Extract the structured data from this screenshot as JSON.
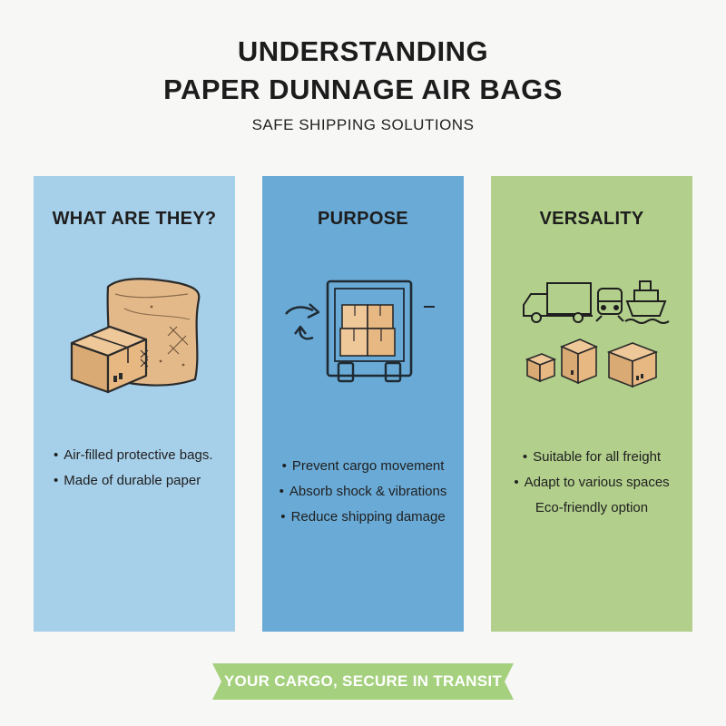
{
  "header": {
    "title_line1": "UNDERSTANDING",
    "title_line2": "PAPER DUNNAGE AIR BAGS",
    "subtitle": "SAFE SHIPPING SOLUTIONS"
  },
  "panels": [
    {
      "heading": "WHAT ARE THEY?",
      "color": "#a6cfe9",
      "illustration": "box-and-paper-bag-icon",
      "bullets": [
        "Air-filled protective bags.",
        "Made of durable paper"
      ]
    },
    {
      "heading": "PURPOSE",
      "color": "#6aaad6",
      "illustration": "truck-cargo-icon",
      "bullets": [
        "Prevent cargo movement",
        "Absorb shock & vibrations",
        "Reduce shipping damage"
      ]
    },
    {
      "heading": "VERSALITY",
      "color": "#b2cf8c",
      "illustration": "transport-modes-and-boxes-icon",
      "bullets": [
        "Suitable for all freight",
        "Adapt to various spaces",
        "Eco-friendly option"
      ]
    }
  ],
  "banner": {
    "text": "YOUR CARGO, SECURE IN TRANSIT",
    "color": "#a5d07e"
  }
}
